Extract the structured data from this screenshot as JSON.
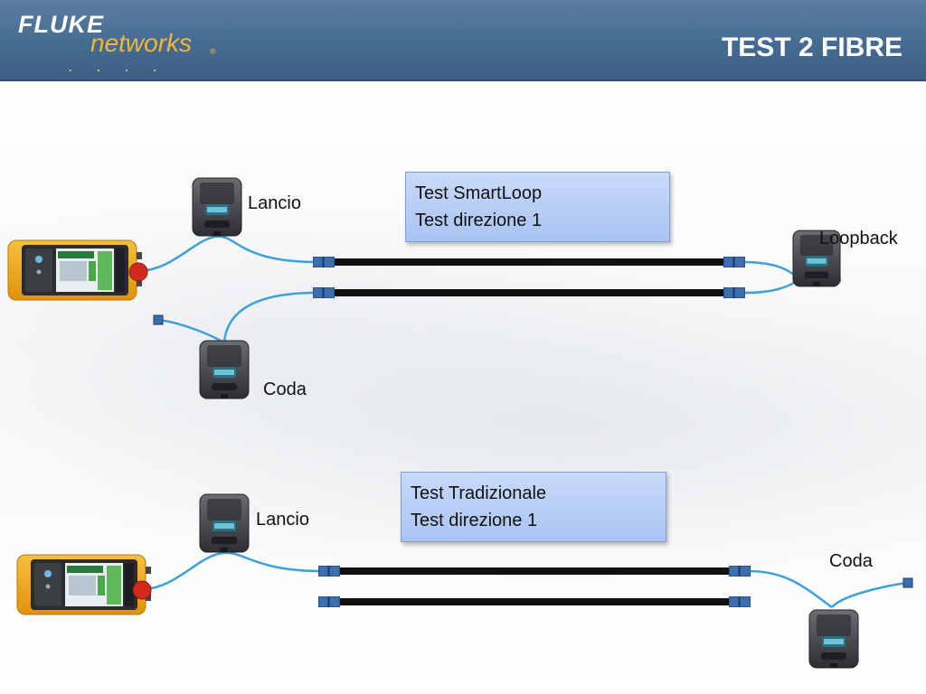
{
  "header": {
    "logo_fluke": "FLUKE",
    "logo_networks": "networks",
    "logo_reg": "®",
    "logo_dots": ". . . .",
    "title": "TEST 2 FIBRE"
  },
  "top_diagram": {
    "callout": {
      "line1": "Test SmartLoop",
      "line2": "Test direzione 1"
    },
    "launch_label": "Lancio",
    "tail_label": "Coda",
    "loopback_label": "Loopback"
  },
  "bottom_diagram": {
    "callout": {
      "line1": "Test Tradizionale",
      "line2": "Test direzione 1"
    },
    "launch_label": "Lancio",
    "tail_label": "Coda"
  },
  "colors": {
    "header": "#466b93",
    "logo_accent": "#f2b731",
    "fiber_blue": "#3da0d8",
    "cable": "#111111",
    "connector": "#3d6fb0",
    "tester_body": "#f1a81e",
    "callout_fill": "#b6ccf5"
  },
  "icons": {
    "tester": "fiber-tester-icon",
    "fiber_module": "fiber-module-icon",
    "connector": "fiber-connector-icon"
  }
}
